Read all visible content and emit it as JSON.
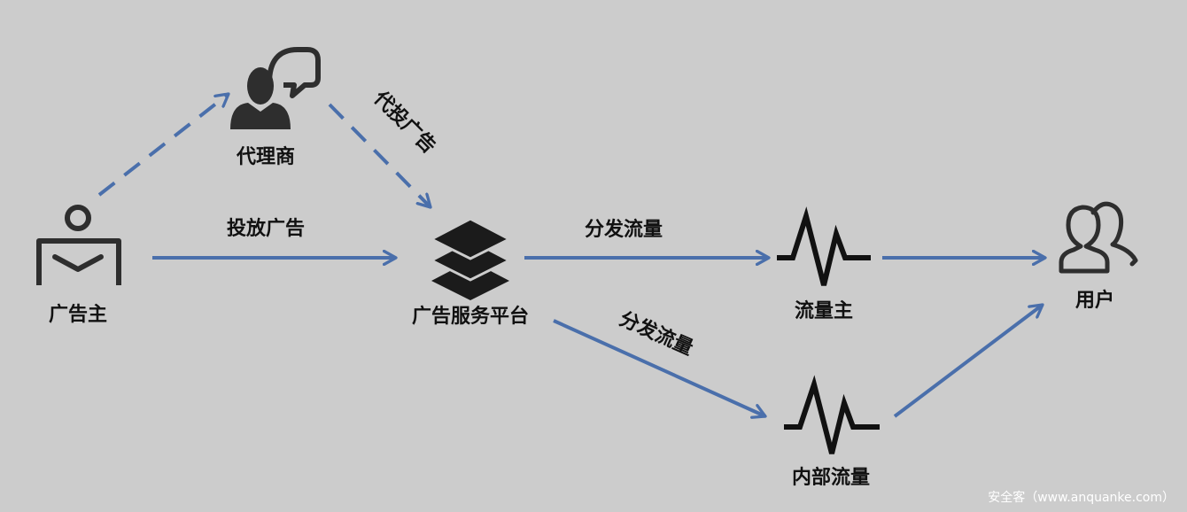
{
  "nodes": {
    "advertiser": {
      "label": "广告主"
    },
    "agency": {
      "label": "代理商"
    },
    "ad_platform": {
      "label": "广告服务平台"
    },
    "traffic_owner": {
      "label": "流量主"
    },
    "internal_traffic": {
      "label": "内部流量"
    },
    "user": {
      "label": "用户"
    }
  },
  "edges": {
    "advertiser_to_platform": {
      "label": "投放广告"
    },
    "agency_to_platform": {
      "label": "代投广告"
    },
    "platform_to_traffic_owner": {
      "label": "分发流量"
    },
    "platform_to_internal": {
      "label": "分发流量"
    }
  },
  "watermark": "安全客（www.anquanke.com）",
  "colors": {
    "arrow": "#4a6fab",
    "icon": "#2e2e2e",
    "background": "#cccccc"
  },
  "icons": {
    "advertiser": "person-desk-icon",
    "agency": "person-speech-bubble-icon",
    "ad_platform": "layers-stack-icon",
    "traffic_owner": "pulse-wave-icon",
    "internal_traffic": "pulse-wave-icon",
    "user": "users-group-icon"
  }
}
